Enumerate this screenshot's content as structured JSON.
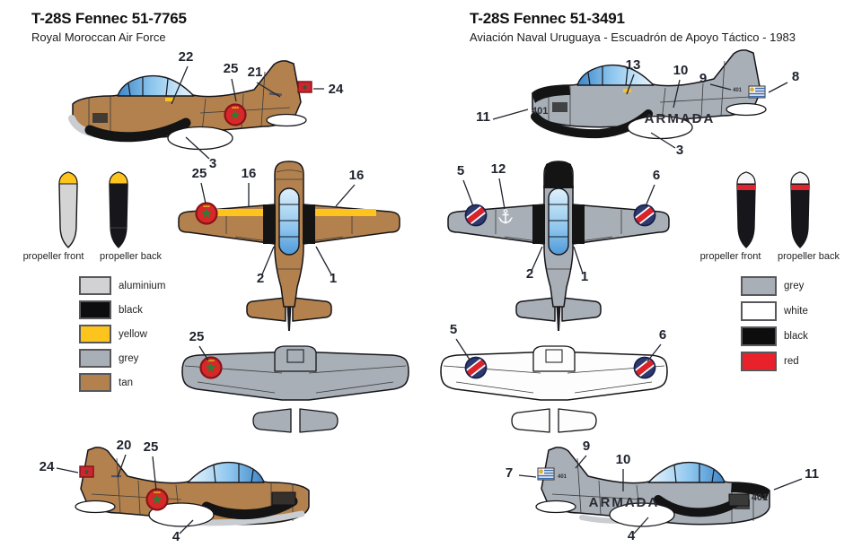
{
  "left": {
    "title": "T-28S Fennec 51-7765",
    "subtitle": "Royal Moroccan Air Force",
    "propellers": {
      "front_label": "propeller front",
      "back_label": "propeller back"
    },
    "legend": [
      {
        "label": "aluminium",
        "color": "#d2d2d2"
      },
      {
        "label": "black",
        "color": "#0d0d0d"
      },
      {
        "label": "yellow",
        "color": "#fcc41c"
      },
      {
        "label": "grey",
        "color": "#a8afb6"
      },
      {
        "label": "tan",
        "color": "#b3814e"
      }
    ],
    "callouts": {
      "side_top": [
        "22",
        "25",
        "21",
        "24",
        "3"
      ],
      "plan": [
        "25",
        "16",
        "16",
        "2",
        "1"
      ],
      "underside": [
        "25"
      ],
      "side_bottom": [
        "24",
        "20",
        "25",
        "4"
      ]
    }
  },
  "right": {
    "title": "T-28S Fennec 51-3491",
    "subtitle": "Aviación Naval Uruguaya - Escuadrón de Apoyo Táctico - 1983",
    "markings": {
      "fuselage_text": "ARMADA",
      "nose_number": "401",
      "tail_number": "401"
    },
    "propellers": {
      "front_label": "propeller front",
      "back_label": "propeller back"
    },
    "legend": [
      {
        "label": "grey",
        "color": "#a8afb6"
      },
      {
        "label": "white",
        "color": "#ffffff"
      },
      {
        "label": "black",
        "color": "#0d0d0d"
      },
      {
        "label": "red",
        "color": "#e8212a"
      }
    ],
    "callouts": {
      "side_top": [
        "13",
        "10",
        "9",
        "8",
        "11",
        "3"
      ],
      "plan": [
        "5",
        "12",
        "6",
        "2",
        "1"
      ],
      "underside": [
        "5",
        "6"
      ],
      "side_bottom": [
        "9",
        "7",
        "10",
        "11",
        "4"
      ]
    }
  }
}
